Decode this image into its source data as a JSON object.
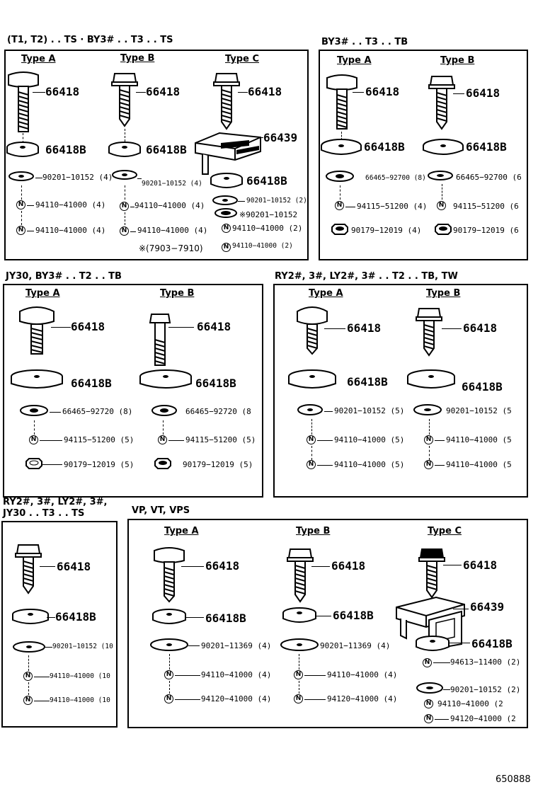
{
  "figure_ref": "650888",
  "note": "※(7903−7910)",
  "panels": {
    "p1": {
      "title": "(T1, T2) . . TS · BY3# . . T3 . . TS",
      "type_a": "Type A",
      "type_b": "Type B",
      "type_c": "Type C",
      "a": {
        "bolt": "66418",
        "washer": "66418B",
        "w2": "90201−10152 (4)",
        "n1": "94110−41000 (4)",
        "n2": "94110−41000 (4)"
      },
      "b": {
        "bolt": "66418",
        "washer": "66418B",
        "w2": "90201−10152 (4)",
        "n1": "94110−41000 (4)",
        "n2": "94110−41000 (4)"
      },
      "c": {
        "bolt": "66418",
        "bracket": "66439",
        "washer": "66418B",
        "w2": "90201−10152 (2)",
        "w3": "※90201−10152",
        "n1": "94110−41000 (2)",
        "n2": "94110−41000 (2)"
      }
    },
    "p2": {
      "title": "BY3# . . T3 . . TB",
      "type_a": "Type A",
      "type_b": "Type B",
      "a": {
        "bolt": "66418",
        "washer": "66418B",
        "w2": "66465−92700 (8)",
        "n1": "94115−51200 (4)",
        "n2": "90179−12019 (4)"
      },
      "b": {
        "bolt": "66418",
        "washer": "66418B",
        "w2": "66465−92700 (6",
        "n1": "94115−51200 (6",
        "n2": "90179−12019 (6"
      }
    },
    "p3": {
      "title": "JY30, BY3# . . T2 . . TB",
      "type_a": "Type A",
      "type_b": "Type B",
      "a": {
        "bolt": "66418",
        "washer": "66418B",
        "w2": "66465−92720 (8)",
        "n1": "94115−51200 (5)",
        "n2": "90179−12019 (5)"
      },
      "b": {
        "bolt": "66418",
        "washer": "66418B",
        "w2": "66465−92720 (8",
        "n1": "94115−51200 (5)",
        "n2": "90179−12019 (5)"
      }
    },
    "p4": {
      "title": "RY2#, 3#, LY2#, 3# . . T2 . . TB, TW",
      "type_a": "Type A",
      "type_b": "Type B",
      "a": {
        "bolt": "66418",
        "washer": "66418B",
        "w2": "90201−10152 (5)",
        "n1": "94110−41000 (5)",
        "n2": "94110−41000 (5)"
      },
      "b": {
        "bolt": "66418",
        "washer": "66418B",
        "w2": "90201−10152 (5",
        "n1": "94110−41000 (5",
        "n2": "94110−41000 (5"
      }
    },
    "p5": {
      "title1": "RY2#, 3#, LY2#, 3#,",
      "title2": "JY30 . . T3 . . TS",
      "a": {
        "bolt": "66418",
        "washer": "66418B",
        "w2": "90201−10152 (10",
        "n1": "94110−41000 (10",
        "n2": "94110−41000 (10"
      }
    },
    "p6": {
      "title": "VP, VT, VPS",
      "type_a": "Type A",
      "type_b": "Type B",
      "type_c": "Type C",
      "a": {
        "bolt": "66418",
        "washer": "66418B",
        "w2": "90201−11369 (4)",
        "n1": "94110−41000 (4)",
        "n2": "94120−41000 (4)"
      },
      "b": {
        "bolt": "66418",
        "washer": "66418B",
        "w2": "90201−11369 (4)",
        "n1": "94110−41000 (4)",
        "n2": "94120−41000 (4)"
      },
      "c": {
        "bolt": "66418",
        "bracket": "66439",
        "washer": "66418B",
        "n0": "94613−11400 (2)",
        "w2": "90201−10152 (2)",
        "n1": "94110−41000 (2",
        "n2": "94120−41000 (2"
      }
    }
  }
}
